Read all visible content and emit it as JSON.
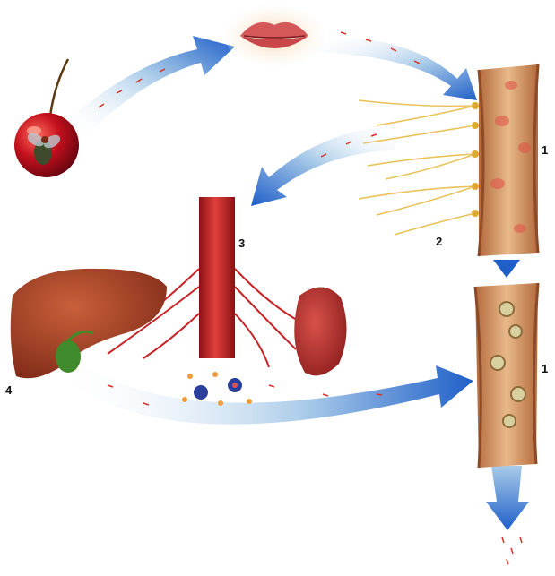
{
  "labels": {
    "intestine_upper": "1",
    "lymph_nodes": "2",
    "blood_vessel": "3",
    "liver": "4",
    "intestine_lower": "1"
  },
  "colors": {
    "arrow_blue": "#1f5fc8",
    "arrow_pale": "#cfe4f3",
    "bacteria": "#d9322a",
    "vessel": "#c82326",
    "liver": "#9b3a22",
    "gall_bladder": "#3f8a2a",
    "spleen": "#b22c2a",
    "intestine": "#d69a63",
    "lymph": "#e8c25a",
    "lips": "#d4585a",
    "cherry": "#b0101a"
  },
  "icons": {
    "cherry": "cherry-with-fly-icon",
    "lips": "lips-icon",
    "upper_intestine": "intestine-wall-icon",
    "lower_intestine": "ulcerated-intestine-icon",
    "vessel": "blood-vessel-icon",
    "liver": "liver-icon",
    "spleen": "spleen-icon"
  }
}
